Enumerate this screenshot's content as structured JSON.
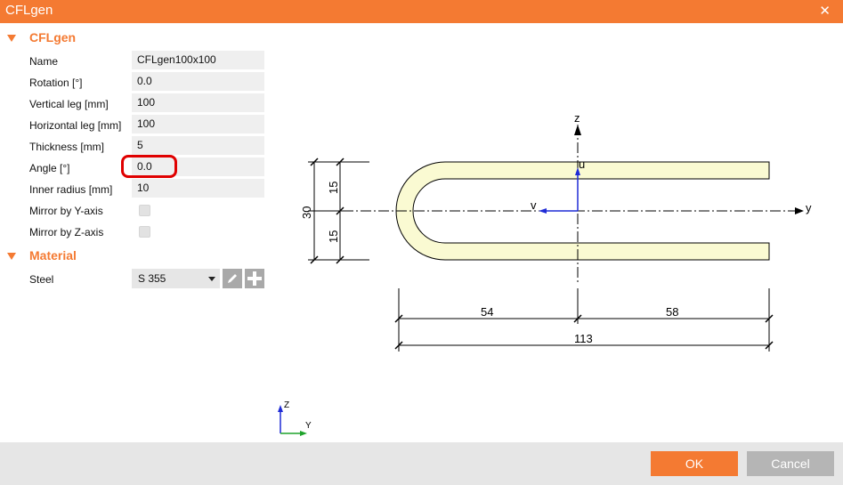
{
  "window": {
    "title": "CFLgen"
  },
  "sections": {
    "main": "CFLgen",
    "material": "Material"
  },
  "properties": [
    {
      "label": "Name",
      "value": "CFLgen100x100"
    },
    {
      "label": "Rotation [°]",
      "value": "0.0"
    },
    {
      "label": "Vertical leg [mm]",
      "value": "100"
    },
    {
      "label": "Horizontal leg [mm]",
      "value": "100"
    },
    {
      "label": "Thickness [mm]",
      "value": "5"
    },
    {
      "label": "Angle [°]",
      "value": "0.0"
    },
    {
      "label": "Inner radius [mm]",
      "value": "10"
    }
  ],
  "checkboxes": [
    {
      "label": "Mirror by Y-axis",
      "checked": false
    },
    {
      "label": "Mirror by Z-axis",
      "checked": false
    }
  ],
  "material": {
    "label": "Steel",
    "value": "S 355"
  },
  "drawing": {
    "axis_z": "z",
    "axis_y": "y",
    "label_u": "u",
    "label_v": "v",
    "dim_15_top": "15",
    "dim_15_bottom": "15",
    "dim_30": "30",
    "dim_54": "54",
    "dim_58": "58",
    "dim_113": "113"
  },
  "mini_axes": {
    "z": "Z",
    "y": "Y"
  },
  "buttons": {
    "ok": "OK",
    "cancel": "Cancel"
  },
  "colors": {
    "accent": "#f47a32",
    "highlight": "#e00000",
    "profile_fill": "#fafad2"
  }
}
